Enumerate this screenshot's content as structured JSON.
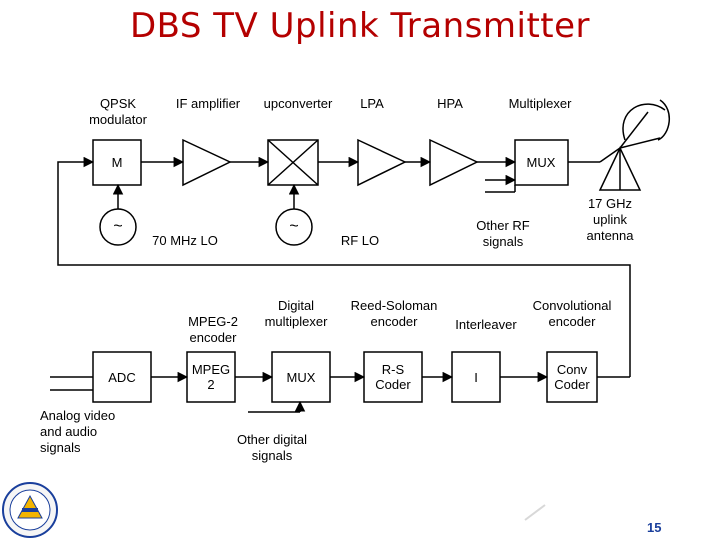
{
  "title": "DBS TV Uplink Transmitter",
  "rf_chain": {
    "labels": {
      "qpsk": "QPSK\nmodulator",
      "if_amp": "IF amplifier",
      "upconverter": "upconverter",
      "lpa": "LPA",
      "hpa": "HPA",
      "multiplexer": "Multiplexer"
    },
    "m_label": "M",
    "mux_label": "MUX",
    "lo_70_symbol": "~",
    "lo_70_label": "70 MHz LO",
    "rf_lo_symbol": "~",
    "rf_lo_label": "RF  LO",
    "other_rf": "Other RF\nsignals",
    "antenna": "17 GHz\nuplink\nantenna"
  },
  "baseband_chain": {
    "mpeg_encoder": "MPEG-2\nencoder",
    "digital_mux": "Digital\nmultiplexer",
    "rs_encoder": "Reed-Soloman\nencoder",
    "interleaver": "Interleaver",
    "conv_encoder": "Convolutional\nencoder",
    "adc_block": "ADC",
    "mpeg_block": "MPEG\n2",
    "mux_block": "MUX",
    "rs_block": "R-S\nCoder",
    "i_block": "I",
    "conv_block": "Conv\nCoder",
    "analog_in": "Analog video\nand audio\nsignals",
    "other_digital": "Other digital\nsignals"
  },
  "page_number": "15",
  "icons": [
    "university-seal-icon",
    "satellite-dish-icon",
    "sine-wave-icon"
  ],
  "colors": {
    "title": "#b40000",
    "page_number": "#1a3f9c",
    "lines": "#000000"
  }
}
